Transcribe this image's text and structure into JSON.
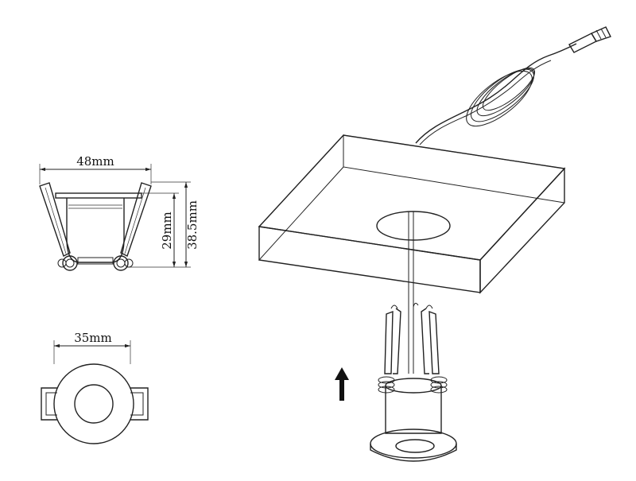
{
  "dimensions": {
    "width_top": "48mm",
    "height_inner": "29mm",
    "height_total": "38.5mm",
    "diameter": "35mm"
  }
}
